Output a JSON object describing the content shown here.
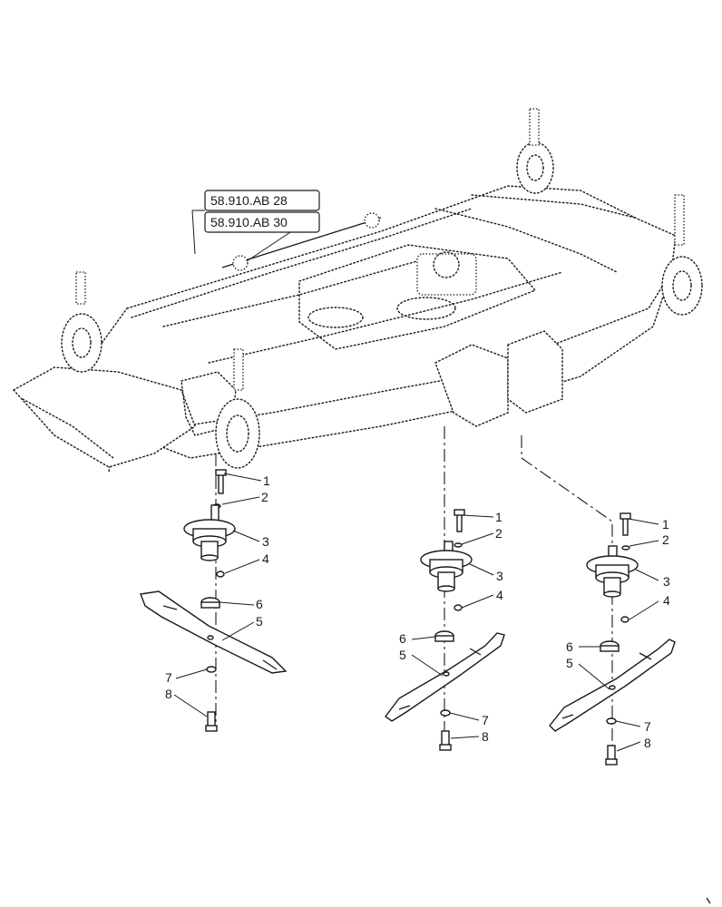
{
  "references": [
    "58.910.AB 28",
    "58.910.AB 30"
  ],
  "callouts": [
    "1",
    "2",
    "3",
    "4",
    "5",
    "6",
    "7",
    "8"
  ],
  "assemblies": [
    {
      "name": "left-spindle-assembly",
      "labels": [
        "1",
        "2",
        "3",
        "4",
        "6",
        "5",
        "7",
        "8"
      ]
    },
    {
      "name": "center-spindle-assembly",
      "labels": [
        "1",
        "2",
        "3",
        "4",
        "6",
        "5",
        "7",
        "8"
      ]
    },
    {
      "name": "right-spindle-assembly",
      "labels": [
        "1",
        "2",
        "3",
        "4",
        "6",
        "5",
        "7",
        "8"
      ]
    }
  ]
}
